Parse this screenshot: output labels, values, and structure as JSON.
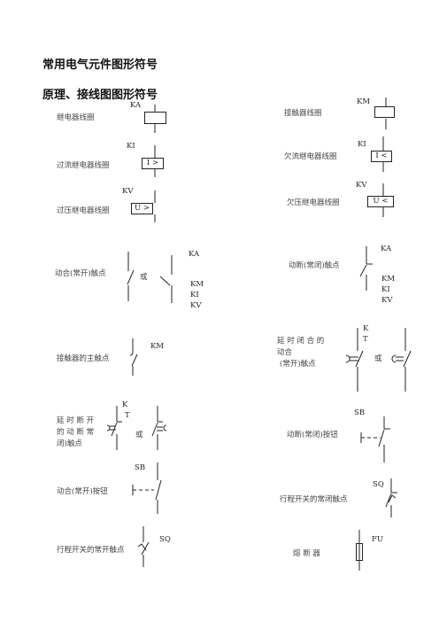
{
  "title": "常用电气元件图形符号",
  "subtitle": "原理、接线图图形符号",
  "left": {
    "relay_coil": {
      "label": "继电器线圈",
      "code": "KA"
    },
    "overcurrent_coil": {
      "label": "过流继电器线圈",
      "code": "KI",
      "box": "I >"
    },
    "overvoltage_coil": {
      "label": "过压继电器线圈",
      "code": "KV",
      "box": "U >"
    },
    "no_contact": {
      "label": "动合(常开)触点",
      "or": "或",
      "code_top": "KA",
      "codes": [
        "KM",
        "KI",
        "KV"
      ]
    },
    "main_contact": {
      "label": "接触器的主触点",
      "code": "KM"
    },
    "delay_nc": {
      "label_lines": [
        "延 时 断 开",
        "的 动 断 常",
        "闭)触点"
      ],
      "code_k": "K",
      "code_t": "T",
      "or": "或"
    },
    "no_button": {
      "label": "动合(常开)按钮",
      "code": "SB"
    },
    "limit_no": {
      "label": "行程开关的常开触点",
      "code": "SQ"
    }
  },
  "right": {
    "contactor_coil": {
      "label": "接触器线圈",
      "code": "KM"
    },
    "undercurrent_coil": {
      "label": "欠流继电器线圈",
      "code": "KI",
      "box": "I <"
    },
    "undervoltage_coil": {
      "label": "欠压继电器线圈",
      "code": "KV",
      "box": "U <"
    },
    "nc_contact": {
      "label": "动断(常闭)触点",
      "code_top": "KA",
      "codes": [
        "KM",
        "KI",
        "KV"
      ]
    },
    "delay_no": {
      "label_lines": [
        "延 时 闭 合 的",
        "动合",
        "(常开)触点"
      ],
      "code_k": "K",
      "code_t": "T",
      "or": "或"
    },
    "nc_button": {
      "label": "动断(常闭)按钮",
      "code": "SB"
    },
    "limit_nc": {
      "label": "行程开关的常闭触点",
      "code": "SQ"
    },
    "fuse": {
      "label": "熔 断 器",
      "code": "FU"
    }
  }
}
